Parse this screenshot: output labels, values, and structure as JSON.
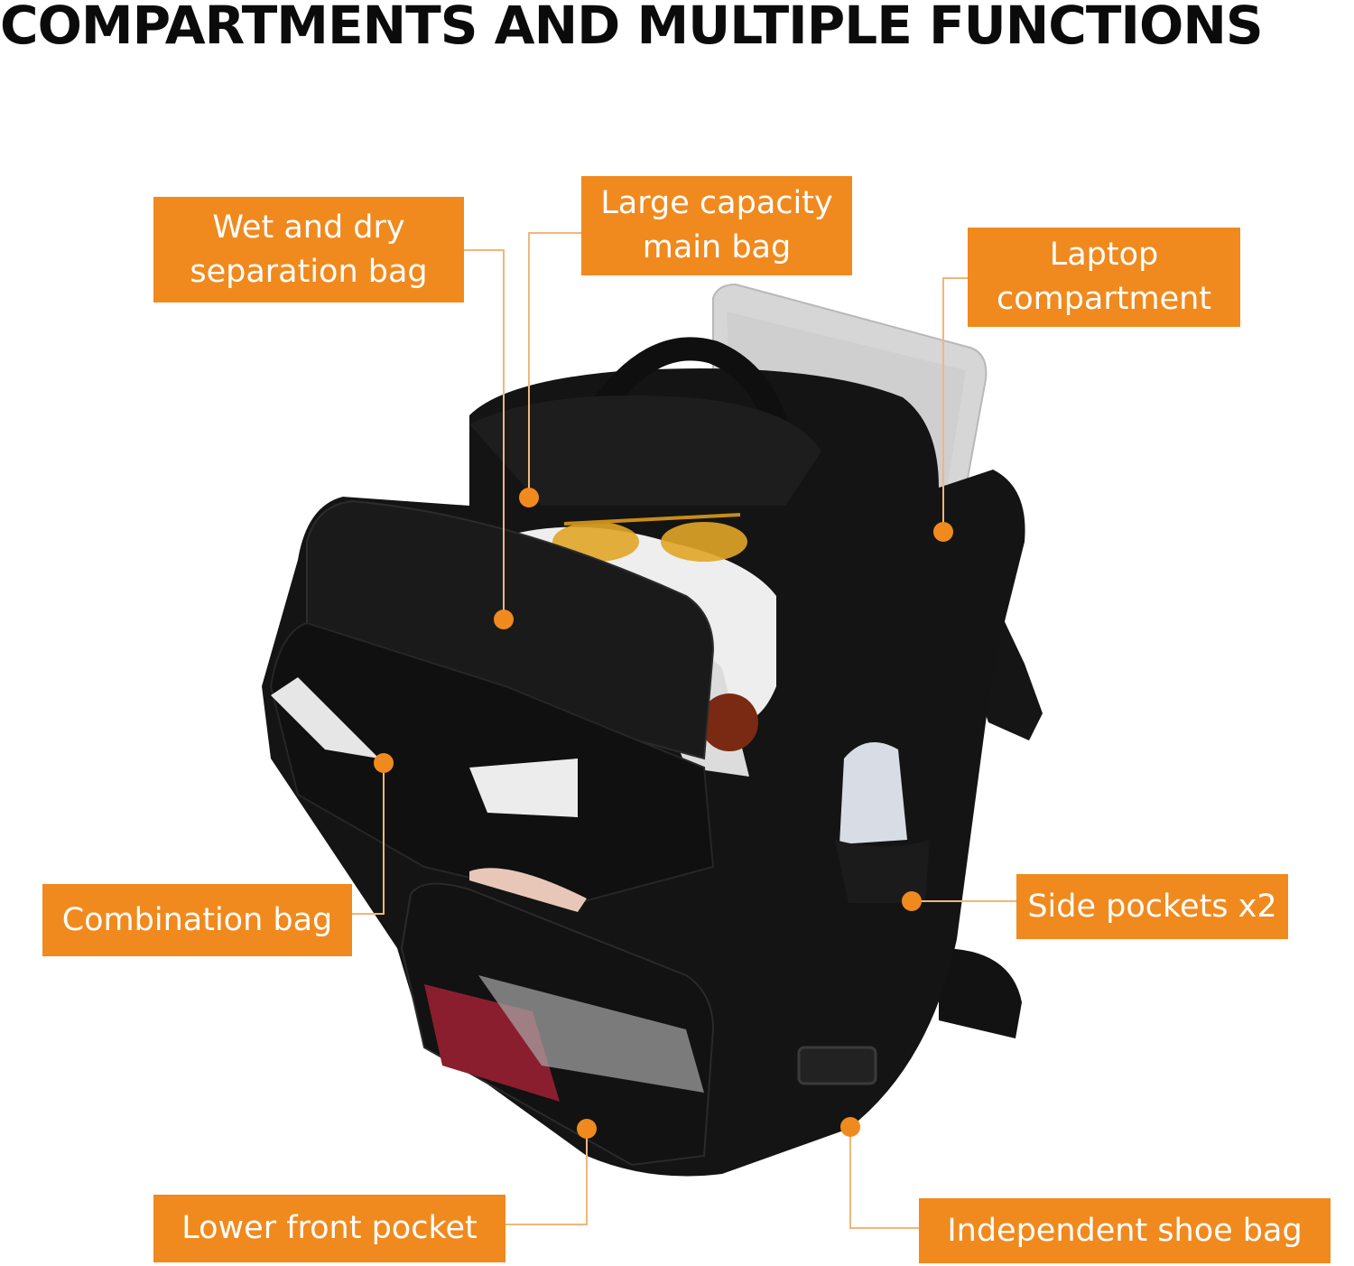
{
  "title": "COMPARTMENTS AND MULTIPLE FUNCTIONS",
  "colors": {
    "accent": "#f08a1e",
    "title": "#0b0b0b",
    "background": "#ffffff"
  },
  "callouts": {
    "wet_dry": {
      "line1": "Wet and dry",
      "line2": "separation bag"
    },
    "main_bag": {
      "line1": "Large capacity",
      "line2": "main bag"
    },
    "laptop": {
      "line1": "Laptop",
      "line2": "compartment"
    },
    "combination": {
      "line1": "Combination bag"
    },
    "side_pockets": {
      "line1": "Side pockets x2"
    },
    "lower_front": {
      "line1": "Lower front pocket"
    },
    "shoe_bag": {
      "line1": "Independent shoe bag"
    }
  },
  "product_image": {
    "subject": "black travel backpack with compartments open"
  }
}
